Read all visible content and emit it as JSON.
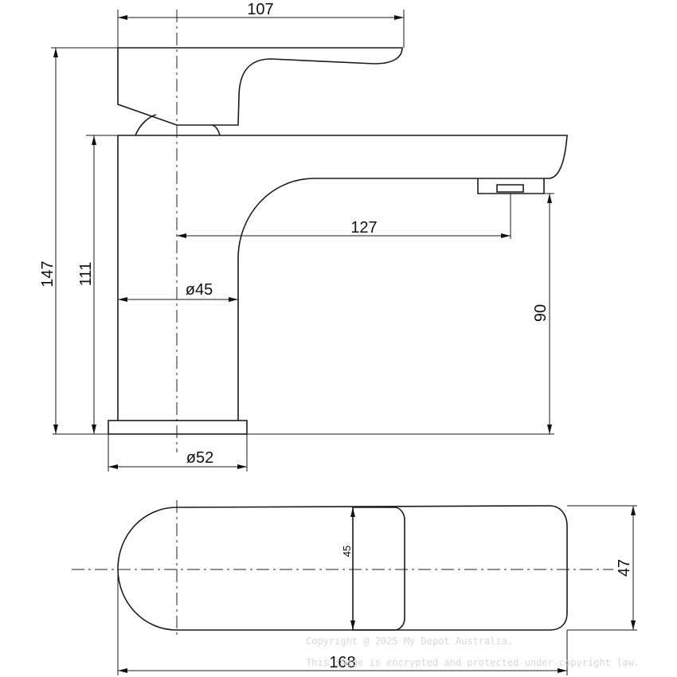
{
  "side_view": {
    "dims": {
      "handle_width": "107",
      "total_height": "147",
      "body_height": "111",
      "spout_reach": "127",
      "body_diameter": "ø45",
      "outlet_height": "90",
      "base_diameter": "ø52"
    }
  },
  "plan_view": {
    "dims": {
      "handle_width": "45",
      "total_width": "47",
      "total_length": "168"
    }
  },
  "watermark": {
    "line1": "Copyright @ 2025 My Depot Australia.",
    "line2": "This image is encrypted and protected under copyright law."
  }
}
